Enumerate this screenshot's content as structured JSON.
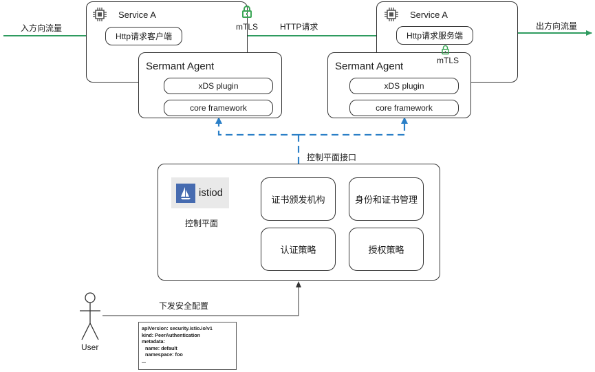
{
  "flow": {
    "inbound": "入方向流量",
    "outbound": "出方向流量",
    "http_request": "HTTP请求",
    "mtls_left": "mTLS",
    "mtls_right": "mTLS"
  },
  "services": {
    "left": {
      "title": "Service A",
      "component": "Http请求客户端"
    },
    "right": {
      "title": "Service A",
      "component": "Http请求服务端"
    }
  },
  "agents": {
    "left": {
      "title": "Sermant Agent",
      "plugin": "xDS plugin",
      "core": "core framework"
    },
    "right": {
      "title": "Sermant Agent",
      "plugin": "xDS plugin",
      "core": "core framework"
    }
  },
  "control_plane": {
    "interface_label": "控制平面接口",
    "logo_text": "istiod",
    "label": "控制平面",
    "modules": [
      "证书颁发机构",
      "身份和证书管理",
      "认证策略",
      "授权策略"
    ]
  },
  "user": {
    "label": "User",
    "action": "下发安全配置"
  },
  "yaml_lines": [
    "apiVersion: security.istio.io/v1",
    "kind: PeerAuthentication",
    "metadata:",
    "  name: default",
    "  namespace: foo",
    "..."
  ],
  "colors": {
    "flow_green": "#2e9b5f",
    "mtls_red": "#e02020",
    "dashed_blue": "#2a7fc7",
    "lock_green": "#3aa655",
    "istio_blue": "#466bb0"
  },
  "icons": {
    "chip": "cpu-chip-icon",
    "lock": "lock-icon",
    "logo": "istio-sail-icon",
    "user": "stick-figure-icon"
  }
}
